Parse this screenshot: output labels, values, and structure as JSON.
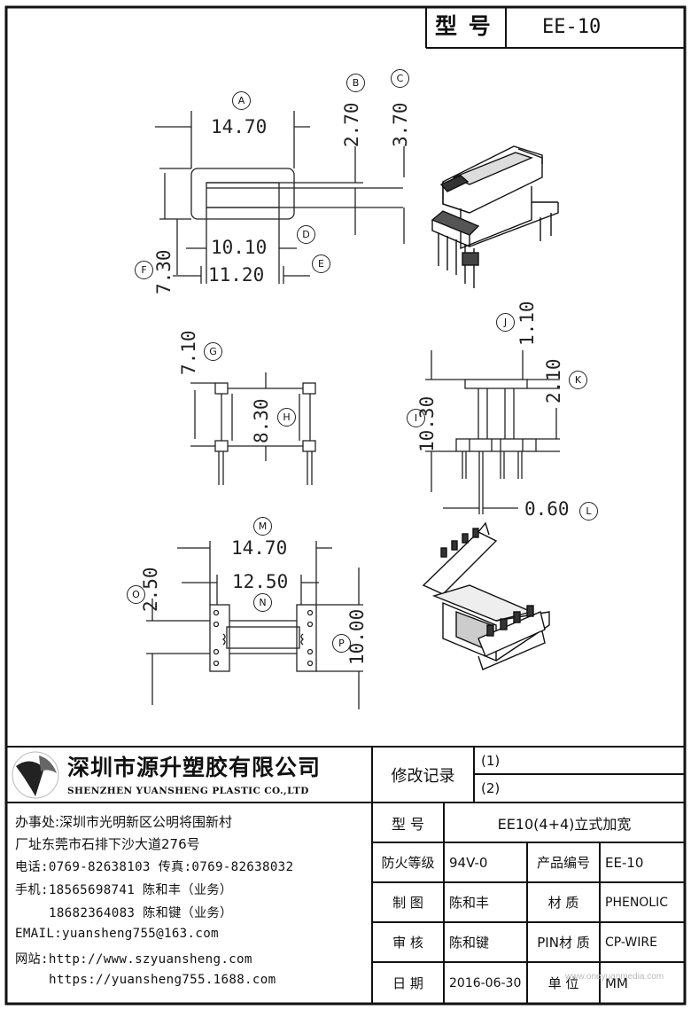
{
  "header": {
    "model_label": "型 号",
    "model_value": "EE-10"
  },
  "drawing": {
    "top_view": {
      "A": "14.70",
      "B": "2.70",
      "C": "3.70",
      "D": "10.10",
      "E": "11.20",
      "F": "7.30",
      "letters": [
        "A",
        "B",
        "C",
        "D",
        "E",
        "F"
      ]
    },
    "side_view": {
      "G": "7.10",
      "H": "8.30",
      "letters": [
        "G",
        "H"
      ]
    },
    "front_view": {
      "I": "10.30",
      "J": "1.10",
      "K": "2.10",
      "L": "0.60",
      "letters": [
        "I",
        "J",
        "K",
        "L"
      ]
    },
    "bottom_view": {
      "M": "14.70",
      "N": "12.50",
      "O": "2.50",
      "P": "10.00",
      "letters": [
        "M",
        "N",
        "O",
        "P"
      ]
    }
  },
  "company": {
    "name_cn": "深圳市源升塑胶有限公司",
    "name_en": "SHENZHEN YUANSHENG PLASTIC CO.,LTD",
    "office": "办事处:深圳市光明新区公明将围新村",
    "factory": "厂址东莞市石排下沙大道276号",
    "phone": "电话:0769-82638103 传真:0769-82638032",
    "mobile1": "手机:18565698741 陈和丰（业务）",
    "mobile2": "18682364083 陈和键（业务）",
    "email": "EMAIL:yuansheng755@163.com",
    "web1": "网站:http://www.szyuansheng.com",
    "web2": "https://yuansheng755.1688.com"
  },
  "revision": {
    "label": "修改记录",
    "rows": [
      "(1)",
      "(2)"
    ]
  },
  "specs": {
    "model_label": "型 号",
    "model_value": "EE10(4+4)立式加宽",
    "fire_label": "防火等级",
    "fire_value": "94V-0",
    "product_no_label": "产品编号",
    "product_no_value": "EE-10",
    "drawn_label": "制 图",
    "drawn_value": "陈和丰",
    "material_label": "材 质",
    "material_value": "PHENOLIC",
    "review_label": "审 核",
    "review_value": "陈和键",
    "pin_label": "PIN材 质",
    "pin_value": "CP-WIRE",
    "date_label": "日 期",
    "date_value": "2016-06-30",
    "unit_label": "单 位",
    "unit_value": "MM"
  },
  "watermark": "www.oneyuanmedia.com",
  "colors": {
    "line": "#1a1a1a",
    "background": "#ffffff"
  }
}
